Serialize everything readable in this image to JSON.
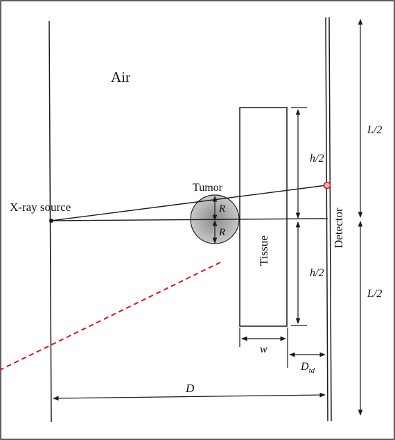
{
  "labels": {
    "medium": "Air",
    "source": "X-ray source",
    "tumor": "Tumor",
    "radius_top": "R",
    "radius_bottom": "R",
    "tissue": "Tissue",
    "detector": "Detector",
    "half_height_top": "h/2",
    "half_height_bottom": "h/2",
    "half_length_top": "L/2",
    "half_length_bottom": "L/2",
    "width": "w",
    "tissue_detector_gap_base": "D",
    "tissue_detector_gap_sub": "td",
    "distance": "D"
  },
  "colors": {
    "line": "#1a1a1a",
    "highlight": "#e01010",
    "tumor_fill": "#b3b3b3",
    "background": "#ffffff"
  }
}
